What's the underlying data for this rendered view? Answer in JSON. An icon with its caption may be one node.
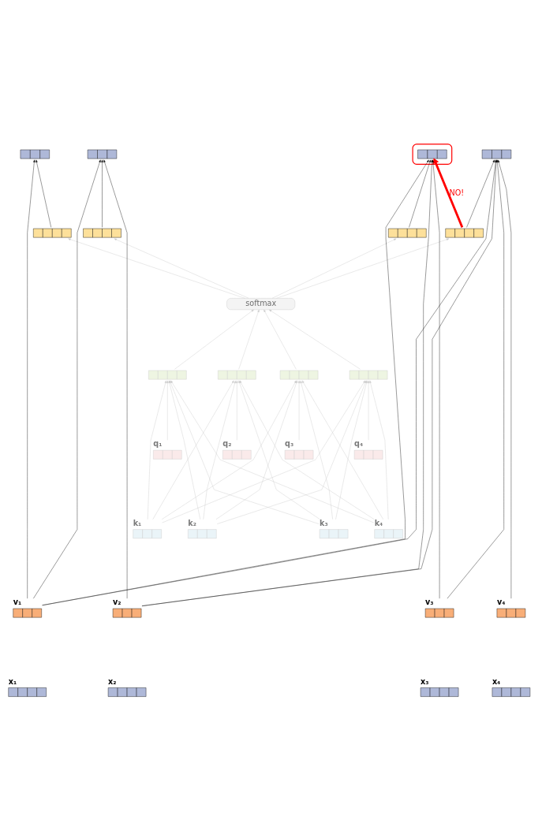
{
  "diagram": {
    "nodes": [
      {
        "text": [],
        "shape": "box"
      },
      {
        "text": [],
        "shape": "box"
      },
      {
        "text": [],
        "shape": "ellipse"
      },
      {
        "text": [],
        "shape": "box",
        "in": 2
      },
      {
        "text": [],
        "shape": "box"
      },
      {
        "text": [],
        "shape": "box"
      },
      {
        "text": [],
        "shape": "box"
      },
      {
        "text": [],
        "shape": "box"
      },
      {
        "text": [],
        "shape": "box"
      },
      {
        "text": [
          "softmax"
        ]
      },
      {
        "text": [],
        "shape": "box"
      },
      {
        "text": [],
        "shape": "box"
      },
      {
        "text": [],
        "shape": "box"
      },
      {
        "text": [],
        "shape": "box"
      },
      {
        "text": [],
        "shape": "box",
        "beside": [
          "q₁"
        ]
      },
      {
        "text": [],
        "shape": "box",
        "beside": [
          "q₂"
        ]
      },
      {
        "text": [],
        "shape": "box",
        "beside": [
          "q₃"
        ]
      },
      {
        "text": [],
        "shape": "box",
        "beside": [
          "q₄"
        ]
      },
      {
        "text": [],
        "shape": "box",
        "beside": [
          "k₁"
        ]
      },
      {
        "text": [],
        "shape": "box",
        "beside": [
          "k₂"
        ]
      },
      {
        "text": [],
        "shape": "box",
        "beside": [
          "k₃"
        ]
      },
      {
        "text": [],
        "shape": "box",
        "beside": [
          "k₄"
        ]
      },
      {
        "text": [],
        "shape": "box",
        "beside": [
          "v₁"
        ]
      },
      {
        "text": [],
        "shape": "box",
        "beside": [
          "v₂"
        ]
      },
      {
        "text": [],
        "shape": "box",
        "beside": [
          "v₃"
        ]
      },
      {
        "text": [],
        "shape": "box",
        "beside": [
          "v₄"
        ]
      },
      {
        "text": [],
        "shape": "box",
        "beside": [
          "x₁"
        ]
      },
      {
        "text": [],
        "shape": "box",
        "beside": [
          "x₂"
        ]
      },
      {
        "text": [],
        "shape": "box",
        "beside": [
          "x₃"
        ]
      },
      {
        "text": [],
        "shape": "box",
        "beside": [
          "x₄"
        ]
      }
    ],
    "edges": [
      {
        "from": 22,
        "to": 0,
        "arrow": "to",
        "color": "#000000"
      },
      {
        "from": 5,
        "to": 0,
        "arrow": "to",
        "color": "#000000"
      },
      {
        "from": 22,
        "to": 1,
        "arrow": "to",
        "color": "#000000"
      },
      {
        "from": 23,
        "to": 1,
        "arrow": "to",
        "color": "#000000"
      },
      {
        "from": 6,
        "to": 1,
        "arrow": "to",
        "color": "#000000"
      },
      {
        "from": 22,
        "to": 3,
        "arrow": "to",
        "color": "#000000"
      },
      {
        "from": 23,
        "to": 3,
        "arrow": "to",
        "color": "#000000"
      },
      {
        "from": 24,
        "to": 3,
        "arrow": "to",
        "color": "#000000"
      },
      {
        "from": 7,
        "to": 3,
        "arrow": "to",
        "color": "#000000"
      },
      {
        "from": 8,
        "to": 3,
        "arrow": "to",
        "label": "NO!",
        "style": "thick",
        "color": "#ff0000"
      },
      {
        "from": 22,
        "to": 4,
        "arrow": "to",
        "color": "#000000"
      },
      {
        "from": 23,
        "to": 4,
        "arrow": "to",
        "color": "#000000"
      },
      {
        "from": 24,
        "to": 4,
        "arrow": "to",
        "color": "#000000"
      },
      {
        "from": 25,
        "to": 4,
        "arrow": "to",
        "color": "#000000"
      },
      {
        "from": 8,
        "to": 4,
        "arrow": "to",
        "color": "#000000"
      },
      {
        "from": 9,
        "to": 5,
        "arrow": "to"
      },
      {
        "from": 9,
        "to": 6,
        "arrow": "to"
      },
      {
        "from": 9,
        "to": 7,
        "arrow": "to"
      },
      {
        "from": 9,
        "to": 8,
        "arrow": "to"
      },
      {
        "from": 10,
        "to": 9,
        "arrow": "to"
      },
      {
        "from": 11,
        "to": 9,
        "arrow": "to"
      },
      {
        "from": 12,
        "to": 9,
        "arrow": "to"
      },
      {
        "from": 13,
        "to": 9,
        "arrow": "to"
      },
      {
        "from": 14,
        "to": 10,
        "arrow": "to"
      },
      {
        "from": 18,
        "to": 10,
        "arrow": "to"
      },
      {
        "from": 19,
        "to": 10,
        "arrow": "to"
      },
      {
        "from": 20,
        "to": 10,
        "arrow": "to"
      },
      {
        "from": 21,
        "to": 10,
        "arrow": "to"
      },
      {
        "from": 15,
        "to": 11,
        "arrow": "to"
      },
      {
        "from": 18,
        "to": 11,
        "arrow": "to"
      },
      {
        "from": 19,
        "to": 11,
        "arrow": "to"
      },
      {
        "from": 20,
        "to": 11,
        "arrow": "to"
      },
      {
        "from": 21,
        "to": 11,
        "arrow": "to"
      },
      {
        "from": 16,
        "to": 12,
        "arrow": "to"
      },
      {
        "from": 18,
        "to": 12,
        "arrow": "to"
      },
      {
        "from": 19,
        "to": 12,
        "arrow": "to"
      },
      {
        "from": 20,
        "to": 12,
        "arrow": "to"
      },
      {
        "from": 21,
        "to": 12,
        "arrow": "to"
      },
      {
        "from": 17,
        "to": 13,
        "arrow": "to"
      },
      {
        "from": 18,
        "to": 13,
        "arrow": "to"
      },
      {
        "from": 19,
        "to": 13,
        "arrow": "to"
      },
      {
        "from": 20,
        "to": 13,
        "arrow": "to"
      },
      {
        "from": 21,
        "to": 13,
        "arrow": "to"
      }
    ]
  }
}
